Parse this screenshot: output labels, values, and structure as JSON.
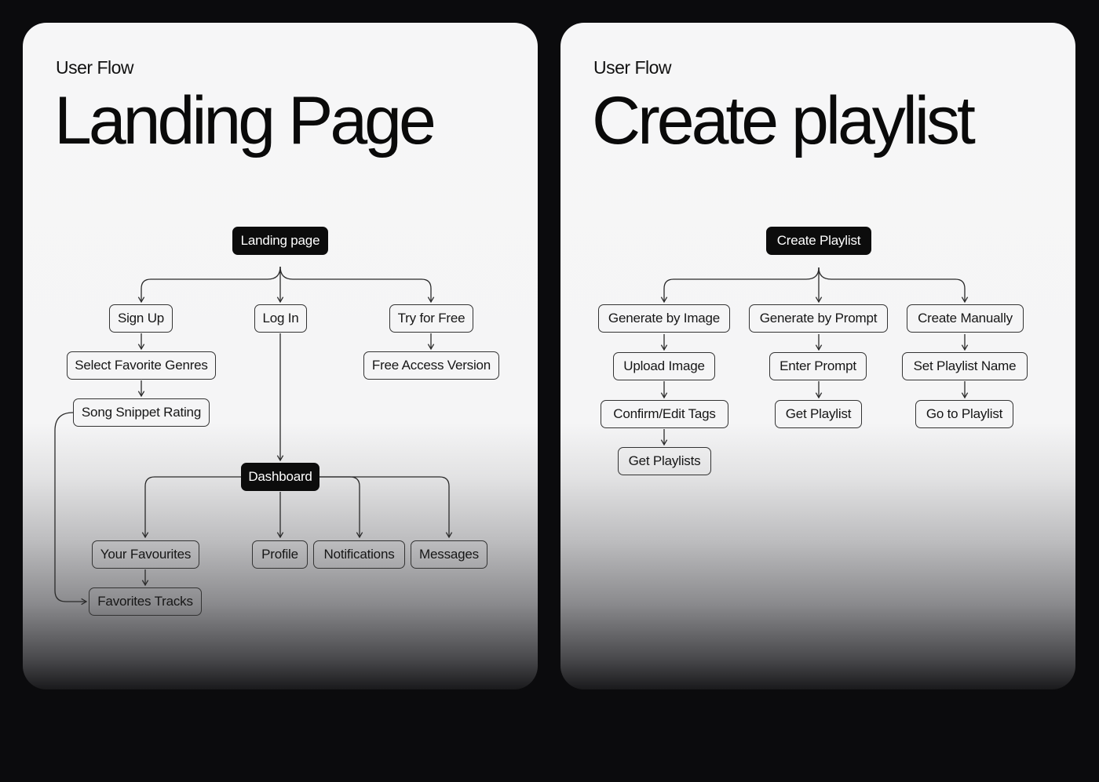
{
  "panels": {
    "left": {
      "eyebrow": "User Flow",
      "title": "Landing Page",
      "nodes": {
        "landing_page": "Landing page",
        "sign_up": "Sign Up",
        "log_in": "Log In",
        "try_for_free": "Try for Free",
        "select_favorite_genres": "Select Favorite Genres",
        "free_access_version": "Free Access Version",
        "song_snippet_rating": "Song Snippet Rating",
        "dashboard": "Dashboard",
        "your_favourites": "Your Favourites",
        "profile": "Profile",
        "notifications": "Notifications",
        "messages": "Messages",
        "favorites_tracks": "Favorites Tracks"
      }
    },
    "right": {
      "eyebrow": "User Flow",
      "title": "Create playlist",
      "nodes": {
        "create_playlist": "Create Playlist",
        "generate_by_image": "Generate by Image",
        "generate_by_prompt": "Generate by Prompt",
        "create_manually": "Create Manually",
        "upload_image": "Upload Image",
        "enter_prompt": "Enter Prompt",
        "set_playlist_name": "Set Playlist Name",
        "confirm_edit_tags": "Confirm/Edit Tags",
        "get_playlist": "Get Playlist",
        "go_to_playlist": "Go to Playlist",
        "get_playlists": "Get Playlists"
      }
    }
  },
  "colors": {
    "background": "#0b0b0d",
    "panel": "#f6f6f7",
    "dark_node": "#0c0c0c",
    "line": "#2a2a2a"
  }
}
